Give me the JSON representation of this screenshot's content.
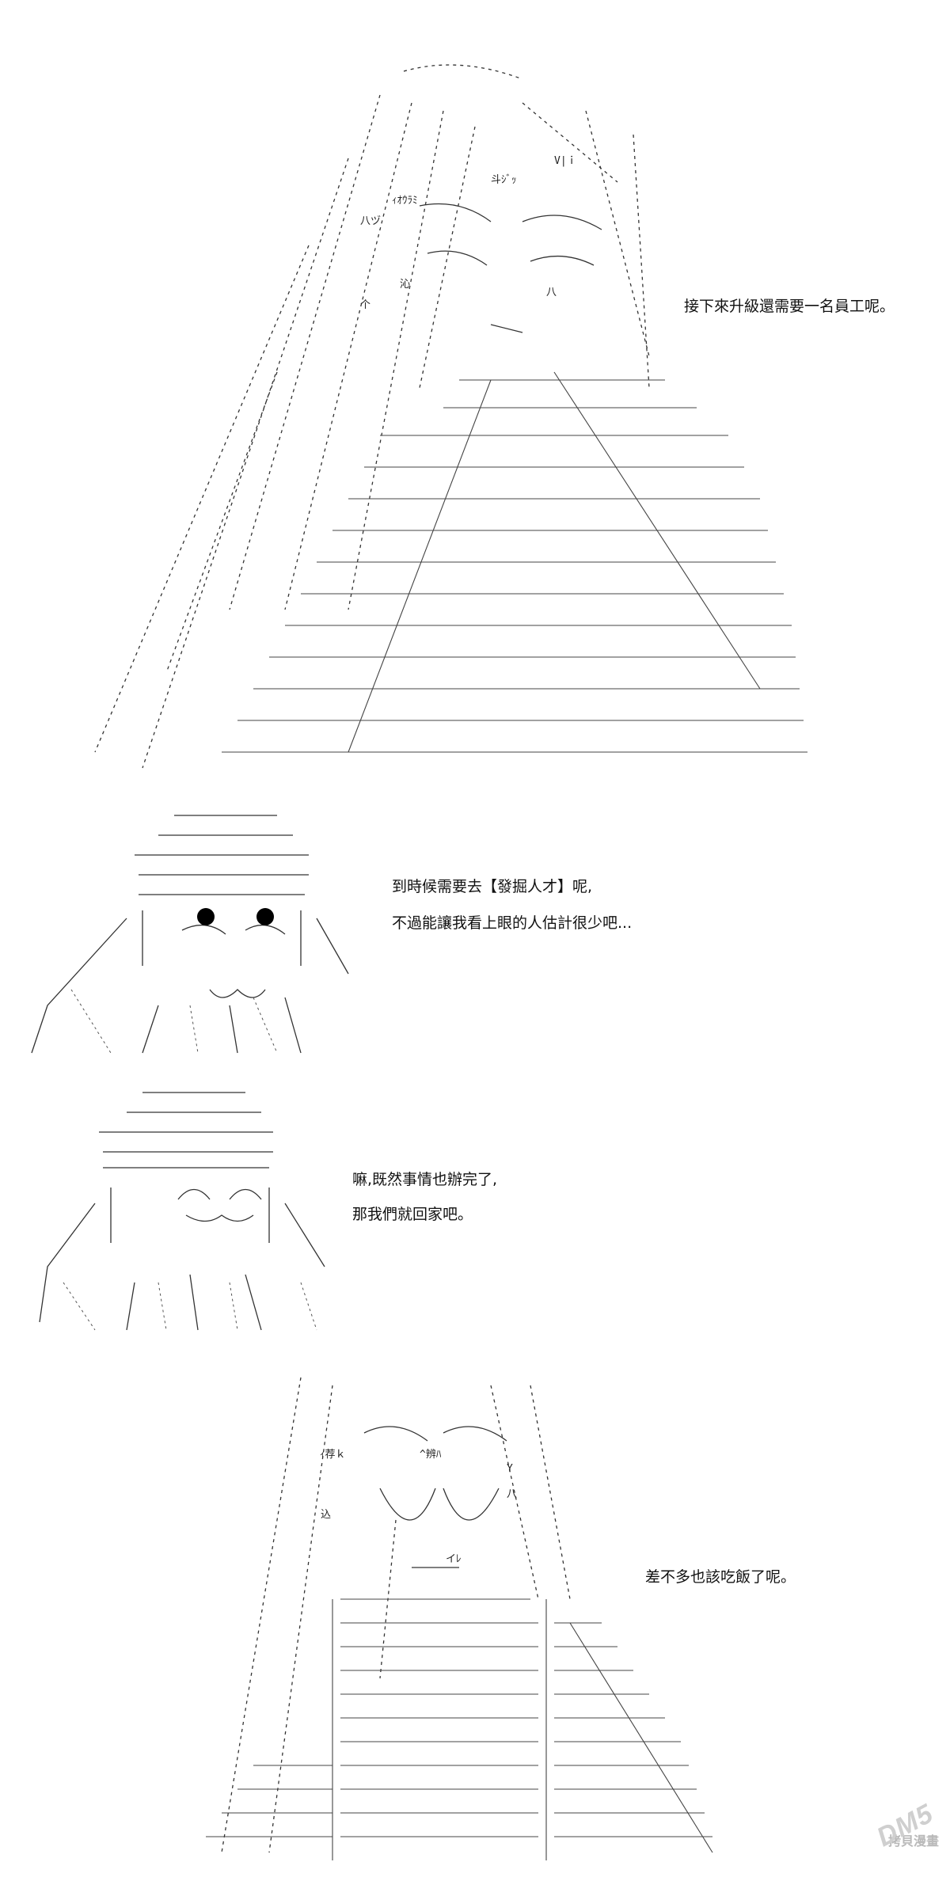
{
  "panels": [
    {
      "id": "panel-1",
      "lines": [
        "接下來升級還需要一名員工呢。"
      ]
    },
    {
      "id": "panel-2",
      "lines": [
        "到時候需要去【發掘人才】呢,",
        "不過能讓我看上眼的人估計很少吧..."
      ]
    },
    {
      "id": "panel-3",
      "lines": [
        "嘛,既然事情也辦完了,",
        "那我們就回家吧。"
      ]
    },
    {
      "id": "panel-4",
      "lines": [
        "差不多也該吃飯了呢。"
      ]
    }
  ],
  "art_labels": {
    "p1": [
      "ｨｵｳﾗﾐ",
      "斗ｼﾞｯ",
      "八ヅ",
      "沁",
      "个",
      "V|ｉ",
      "八"
    ],
    "p4": [
      "ｨ荐ｋ",
      "^辨ﾊ",
      "込",
      "イﾚ",
      "Y",
      "八"
    ]
  },
  "watermark": {
    "logo": "DM5",
    "text": "拷貝漫畫"
  }
}
